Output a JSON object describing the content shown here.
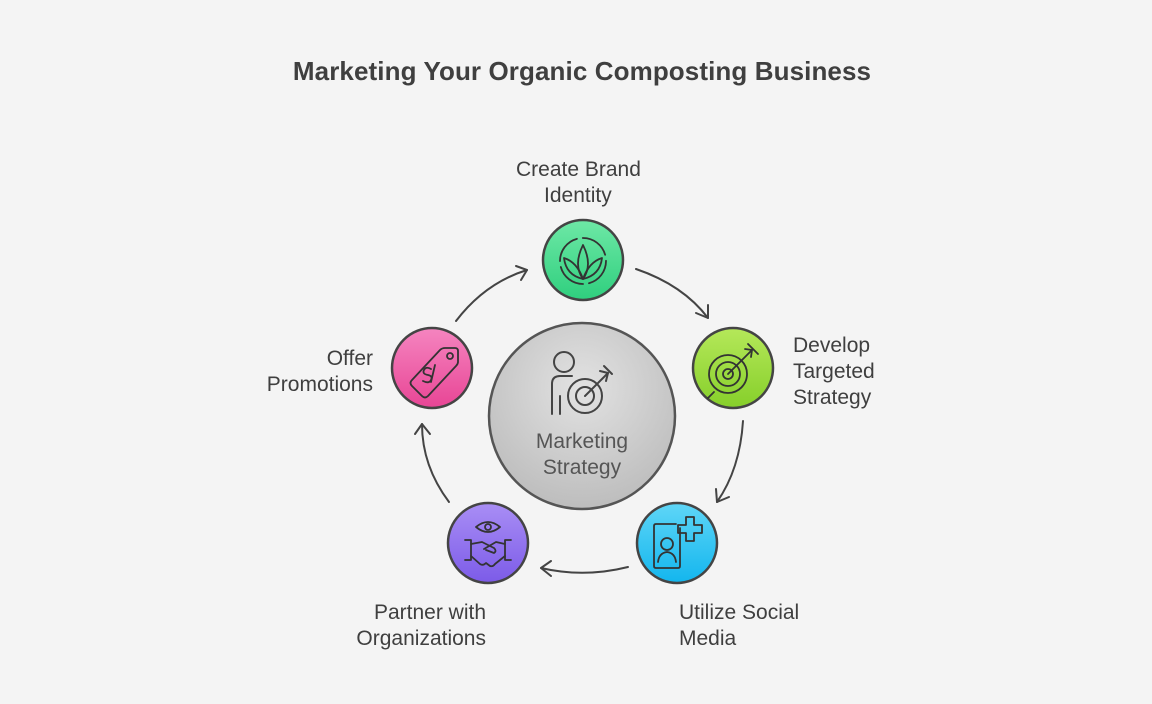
{
  "title": "Marketing Your Organic Composting Business",
  "center": {
    "label_line1": "Marketing",
    "label_line2": "Strategy",
    "icon": "person-target-icon"
  },
  "steps": [
    {
      "line1": "Create Brand",
      "line2": "Identity",
      "icon": "lotus-leaf-icon",
      "color": "#46d98e"
    },
    {
      "line1": "Develop",
      "line2": "Targeted",
      "line3": "Strategy",
      "icon": "target-arrow-icon",
      "color": "#9ad83a"
    },
    {
      "line1": "Utilize Social",
      "line2": "Media",
      "icon": "profile-add-icon",
      "color": "#25c4f0"
    },
    {
      "line1": "Partner with",
      "line2": "Organizations",
      "icon": "handshake-eye-icon",
      "color": "#8f70ee"
    },
    {
      "line1": "Offer",
      "line2": "Promotions",
      "icon": "price-tag-icon",
      "color": "#ef5ea9"
    }
  ]
}
